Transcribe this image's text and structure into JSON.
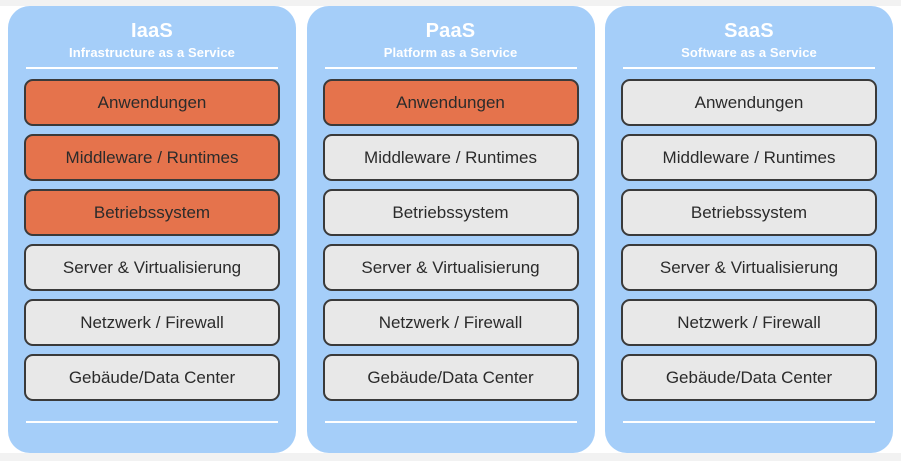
{
  "diagram": {
    "type": "cloud-service-models-responsibility-stack",
    "background_color": "#ffffff",
    "panel_color": "#a5cef9",
    "highlight_color": "#e5734c",
    "neutral_color": "#e8e8e8",
    "border_color": "#3a3a3a",
    "header_text_color": "#ffffff",
    "panels": [
      {
        "id": "iaas",
        "title": "IaaS",
        "subtitle": "Infrastructure as a Service",
        "layers": [
          {
            "label": "Anwendungen",
            "state": "highlight"
          },
          {
            "label": "Middleware / Runtimes",
            "state": "highlight"
          },
          {
            "label": "Betriebssystem",
            "state": "highlight"
          },
          {
            "label": "Server & Virtualisierung",
            "state": "neutral"
          },
          {
            "label": "Netzwerk / Firewall",
            "state": "neutral"
          },
          {
            "label": "Gebäude/Data Center",
            "state": "neutral"
          }
        ]
      },
      {
        "id": "paas",
        "title": "PaaS",
        "subtitle": "Platform as a Service",
        "layers": [
          {
            "label": "Anwendungen",
            "state": "highlight"
          },
          {
            "label": "Middleware / Runtimes",
            "state": "neutral"
          },
          {
            "label": "Betriebssystem",
            "state": "neutral"
          },
          {
            "label": "Server & Virtualisierung",
            "state": "neutral"
          },
          {
            "label": "Netzwerk / Firewall",
            "state": "neutral"
          },
          {
            "label": "Gebäude/Data Center",
            "state": "neutral"
          }
        ]
      },
      {
        "id": "saas",
        "title": "SaaS",
        "subtitle": "Software as a Service",
        "layers": [
          {
            "label": "Anwendungen",
            "state": "neutral"
          },
          {
            "label": "Middleware / Runtimes",
            "state": "neutral"
          },
          {
            "label": "Betriebssystem",
            "state": "neutral"
          },
          {
            "label": "Server & Virtualisierung",
            "state": "neutral"
          },
          {
            "label": "Netzwerk / Firewall",
            "state": "neutral"
          },
          {
            "label": "Gebäude/Data Center",
            "state": "neutral"
          }
        ]
      }
    ]
  }
}
